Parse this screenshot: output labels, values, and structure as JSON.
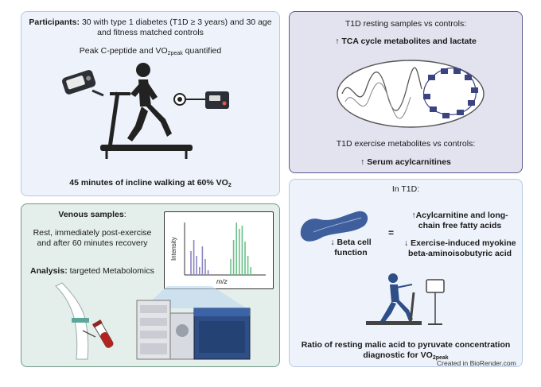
{
  "participants": {
    "label": "Participants:",
    "line1": "30 with type 1 diabetes (T1D ≥ 3 years) and 30 age",
    "line2": "and fitness matched controls",
    "cpeptide": "Peak C-peptide and VO",
    "cpeptide_sub": "2peak",
    "cpeptide_tail": " quantified",
    "exercise": "45 minutes of incline walking at 60% VO",
    "exercise_sub": "2"
  },
  "resting": {
    "title": "T1D resting samples vs controls:",
    "finding": "↑  TCA cycle metabolites and lactate",
    "exercise_title": "T1D exercise metabolites vs controls:",
    "exercise_finding": "↑  Serum acylcarnitines"
  },
  "samples": {
    "label": "Venous samples",
    "colon": ":",
    "line1": "Rest, immediately post-exercise",
    "line2": "and after 60 minutes recovery",
    "analysis_label": "Analysis:",
    "analysis_text": " targeted Metabolomics",
    "ylabel": "Intensity",
    "xlabel": "m/z"
  },
  "t1d": {
    "title": "In T1D:",
    "beta1": "↓ Beta cell",
    "beta2": "function",
    "equals": "=",
    "acyl1": "↑Acylcarnitine and long-",
    "acyl2": "chain free fatty acids",
    "myo1": "↓ Exercise-induced myokine",
    "myo2": "beta-aminoisobutyric acid",
    "ratio1": "Ratio of resting malic acid to pyruvate concentration",
    "ratio2": "diagnostic for VO",
    "ratio2_sub": "2peak",
    "credit": "Created in BioRender.com"
  },
  "colors": {
    "panel_blue": "#eef3fb",
    "panel_purple": "#e3e2ef",
    "panel_green": "#e4efeb",
    "peak_purple": "#8a84c2",
    "peak_green": "#6cc18a",
    "pancreas": "#3f5f9c"
  },
  "icons": [
    "glucometer-icon",
    "treadmill-runner-icon",
    "analyzer-icon",
    "mitochondrion-icon",
    "arm-blood-draw-icon",
    "blood-tube-icon",
    "mass-spectrometer-icon",
    "pancreas-icon",
    "treadmill-test-icon"
  ]
}
